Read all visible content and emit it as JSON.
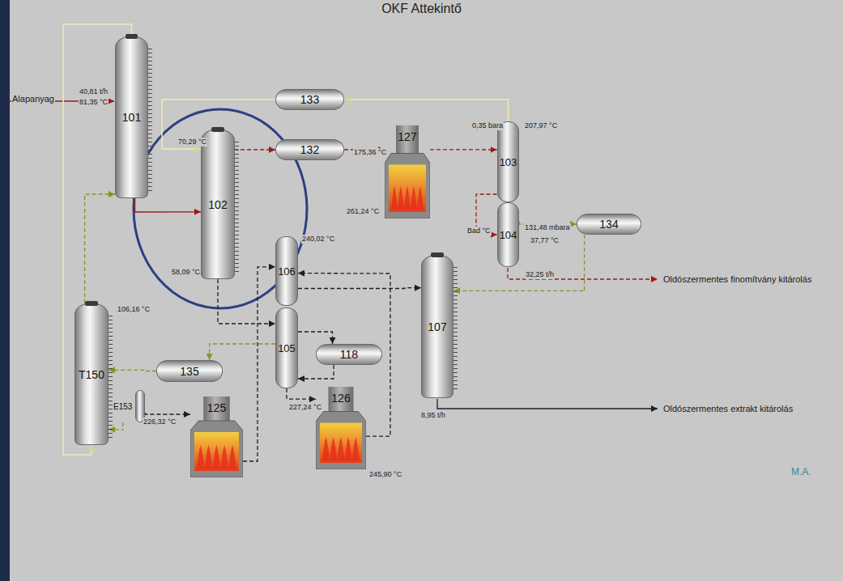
{
  "diagram": {
    "title": "OKF Attekintő",
    "nodes": [
      {
        "text": [
          "101"
        ]
      },
      {
        "text": [
          "133"
        ]
      },
      {
        "text": [
          "102"
        ]
      },
      {
        "text": [
          "132"
        ]
      },
      {
        "text": [
          "127"
        ]
      },
      {
        "text": [
          "103"
        ]
      },
      {
        "text": [
          "104"
        ]
      },
      {
        "text": [
          "134"
        ]
      },
      {
        "text": [
          "106"
        ]
      },
      {
        "text": [
          "105"
        ]
      },
      {
        "text": [
          "118"
        ]
      },
      {
        "text": [
          "107"
        ]
      },
      {
        "text": [
          "T150"
        ]
      },
      {
        "text": [
          "135"
        ]
      },
      {
        "text": [
          "E153"
        ]
      },
      {
        "text": [
          "125"
        ]
      },
      {
        "text": [
          "126"
        ]
      }
    ],
    "edges": [
      {
        "from": 0,
        "to": 2,
        "arrow": "to"
      },
      {
        "from": 1,
        "to": 2,
        "arrow": "to"
      },
      {
        "from": 2,
        "to": 3,
        "arrow": "to"
      },
      {
        "from": 3,
        "to": 4,
        "arrow": "to"
      },
      {
        "from": 4,
        "to": 5,
        "arrow": "to"
      },
      {
        "from": 5,
        "to": 1,
        "arrow": "to"
      },
      {
        "from": 5,
        "to": 6,
        "arrow": "to"
      },
      {
        "from": 6,
        "to": 7,
        "arrow": "to"
      },
      {
        "from": 7,
        "to": 11,
        "arrow": "to"
      },
      {
        "from": 2,
        "to": 9,
        "arrow": "to"
      },
      {
        "from": 9,
        "to": 10,
        "arrow": "to"
      },
      {
        "from": 10,
        "to": 9,
        "arrow": "to"
      },
      {
        "from": 9,
        "to": 16,
        "arrow": "to"
      },
      {
        "from": 16,
        "to": 8,
        "arrow": "to"
      },
      {
        "from": 8,
        "to": 11,
        "arrow": "to"
      },
      {
        "from": 14,
        "to": 12,
        "arrow": "to"
      },
      {
        "from": 14,
        "to": 15,
        "arrow": "to"
      },
      {
        "from": 15,
        "to": 8,
        "arrow": "to"
      },
      {
        "from": 13,
        "to": 12,
        "arrow": "to"
      },
      {
        "from": 9,
        "to": 13,
        "arrow": "to"
      },
      {
        "from": 12,
        "to": 0,
        "arrow": "to"
      },
      {
        "from": 0,
        "to": 12,
        "arrow": "to"
      }
    ],
    "labels": [
      "Alapanyag",
      "40,81 t/h",
      "81,35 °C",
      "70,29 °C",
      "175,36 °C",
      "0,35 bara",
      "207,97 °C",
      "261,24 °C",
      "Bad °C",
      "131,48 mbara",
      "37,77 °C",
      "32,25 t/h",
      "Oldószermentes finomítvány kitárolás",
      "240,02 °C",
      "58,09 °C",
      "106,16 °C",
      "226,32 °C",
      "227,24 °C",
      "245,90 °C",
      "8,95 t/h",
      "Oldószermentes extrakt kitárolás",
      "M.A."
    ]
  }
}
